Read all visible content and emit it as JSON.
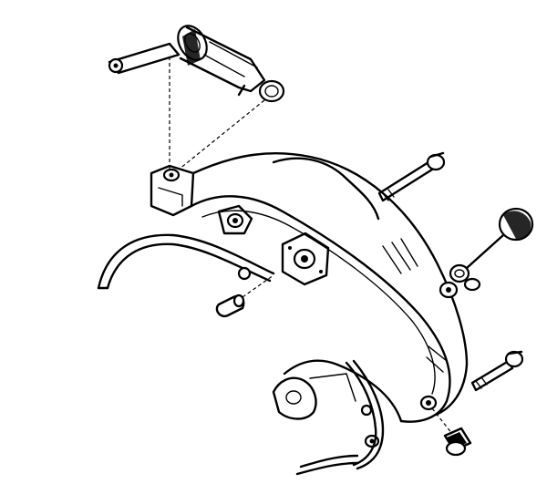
{
  "diagram": {
    "parts": [
      {
        "name": "release-fork-lever",
        "icon": "lever-arm-icon"
      },
      {
        "name": "lever-seal-ring",
        "icon": "ring-icon"
      },
      {
        "name": "clutch-bell-housing",
        "icon": "housing-icon"
      },
      {
        "name": "housing-gasket",
        "icon": "gasket-icon"
      },
      {
        "name": "mounting-bolt",
        "icon": "bolt-icon"
      },
      {
        "name": "breather-plug",
        "icon": "plug-icon"
      },
      {
        "name": "dowel-pin",
        "icon": "dowel-icon"
      },
      {
        "name": "drain-plug",
        "icon": "drain-plug-icon"
      }
    ],
    "ink_color": "#000000",
    "background_color": "#ffffff"
  }
}
